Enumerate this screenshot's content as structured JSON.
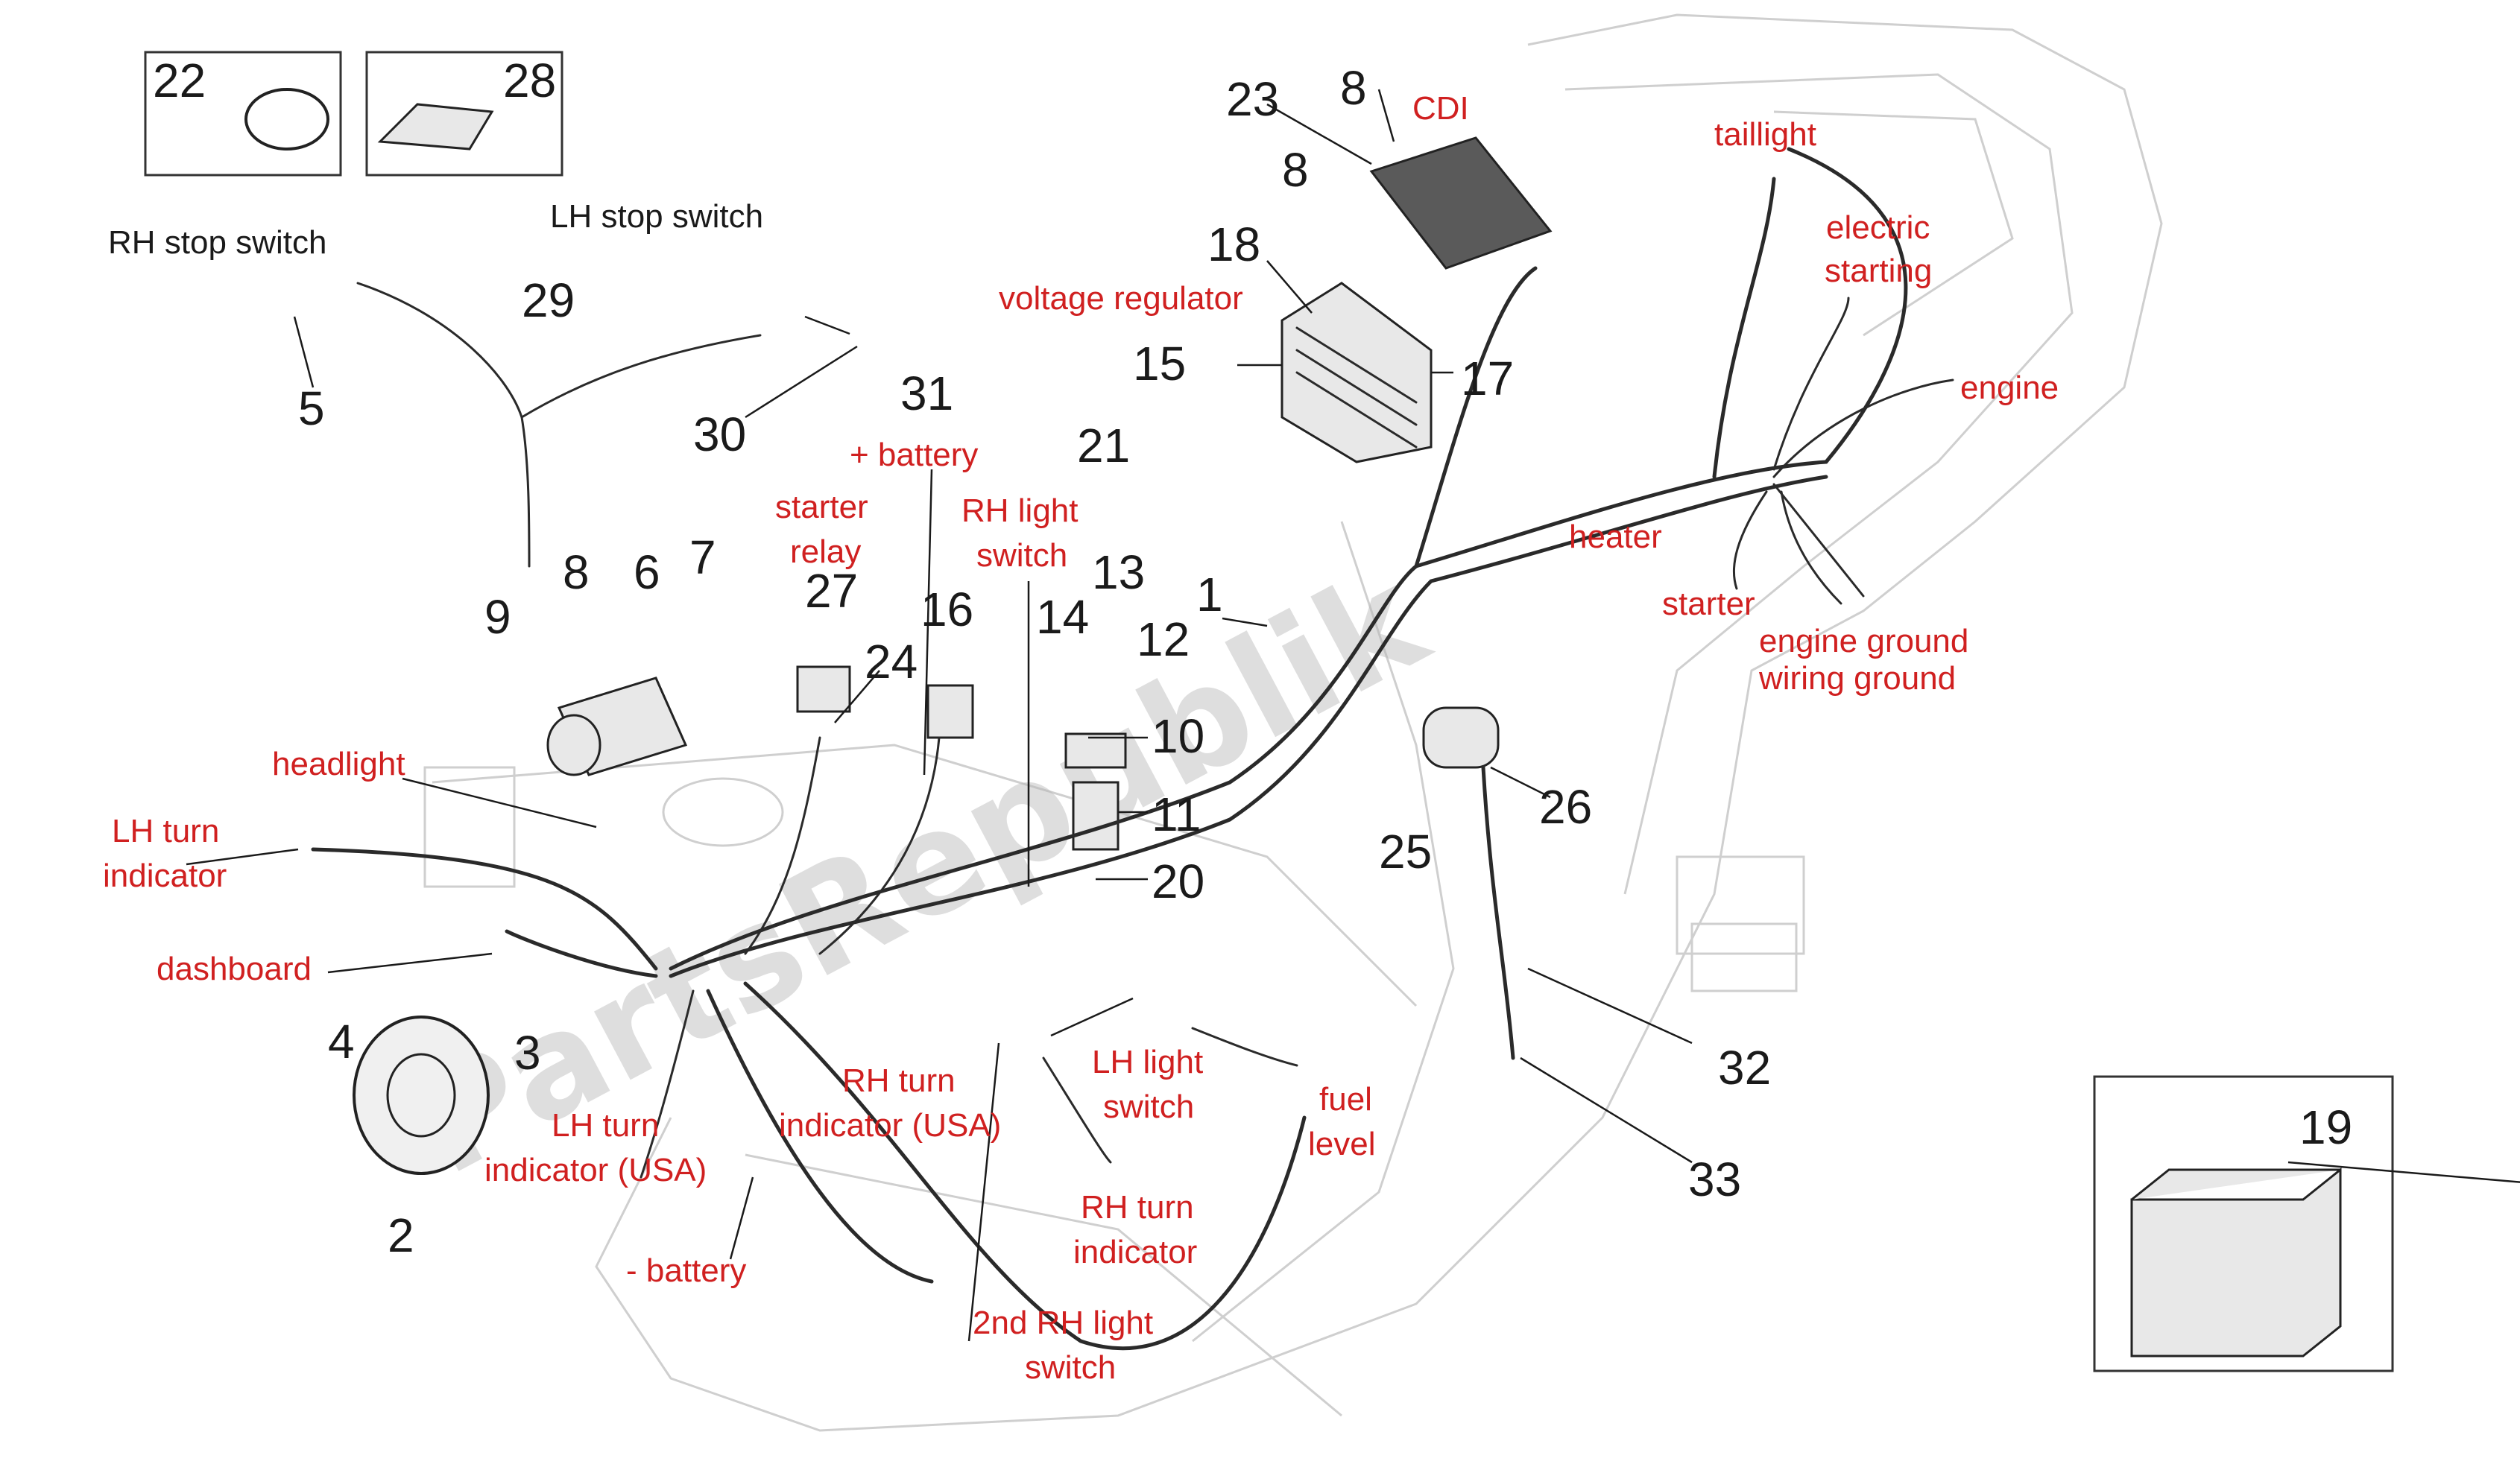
{
  "watermark": "PartsRepublik",
  "labels": {
    "rh_stop_switch": "RH stop switch",
    "lh_stop_switch": "LH stop switch",
    "cdi": "CDI",
    "taillight": "taillight",
    "electric_starting_1": "electric",
    "electric_starting_2": "starting",
    "voltage_regulator": "voltage regulator",
    "engine": "engine",
    "heater": "heater",
    "starter": "starter",
    "engine_ground": "engine ground",
    "wiring_ground": "wiring ground",
    "plus_battery": "+ battery",
    "starter_relay_1": "starter",
    "starter_relay_2": "relay",
    "rh_light_switch_1": "RH light",
    "rh_light_switch_2": "switch",
    "headlight": "headlight",
    "lh_turn_indicator_1": "LH turn",
    "lh_turn_indicator_2": "indicator",
    "dashboard": "dashboard",
    "rh_turn_usa_1": "RH turn",
    "rh_turn_usa_2": "indicator (USA)",
    "lh_turn_usa_1": "LH turn",
    "lh_turn_usa_2": "indicator (USA)",
    "lh_light_switch_1": "LH light",
    "lh_light_switch_2": "switch",
    "fuel_level_1": "fuel",
    "fuel_level_2": "level",
    "rh_turn_indicator_1": "RH turn",
    "rh_turn_indicator_2": "indicator",
    "minus_battery": "- battery",
    "second_rh_light_switch_1": "2nd RH light",
    "second_rh_light_switch_2": "switch"
  },
  "part_numbers": {
    "p1": "1",
    "p2": "2",
    "p3": "3",
    "p4": "4",
    "p5": "5",
    "p6": "6",
    "p7": "7",
    "p8a": "8",
    "p8b": "8",
    "p8c": "8",
    "p9": "9",
    "p10": "10",
    "p11": "11",
    "p12": "12",
    "p13": "13",
    "p14": "14",
    "p15": "15",
    "p16": "16",
    "p17": "17",
    "p18": "18",
    "p19": "19",
    "p20": "20",
    "p21": "21",
    "p22": "22",
    "p23": "23",
    "p24": "24",
    "p25": "25",
    "p26": "26",
    "p27": "27",
    "p28": "28",
    "p29": "29",
    "p30": "30",
    "p31": "31",
    "p32": "32",
    "p33": "33"
  }
}
